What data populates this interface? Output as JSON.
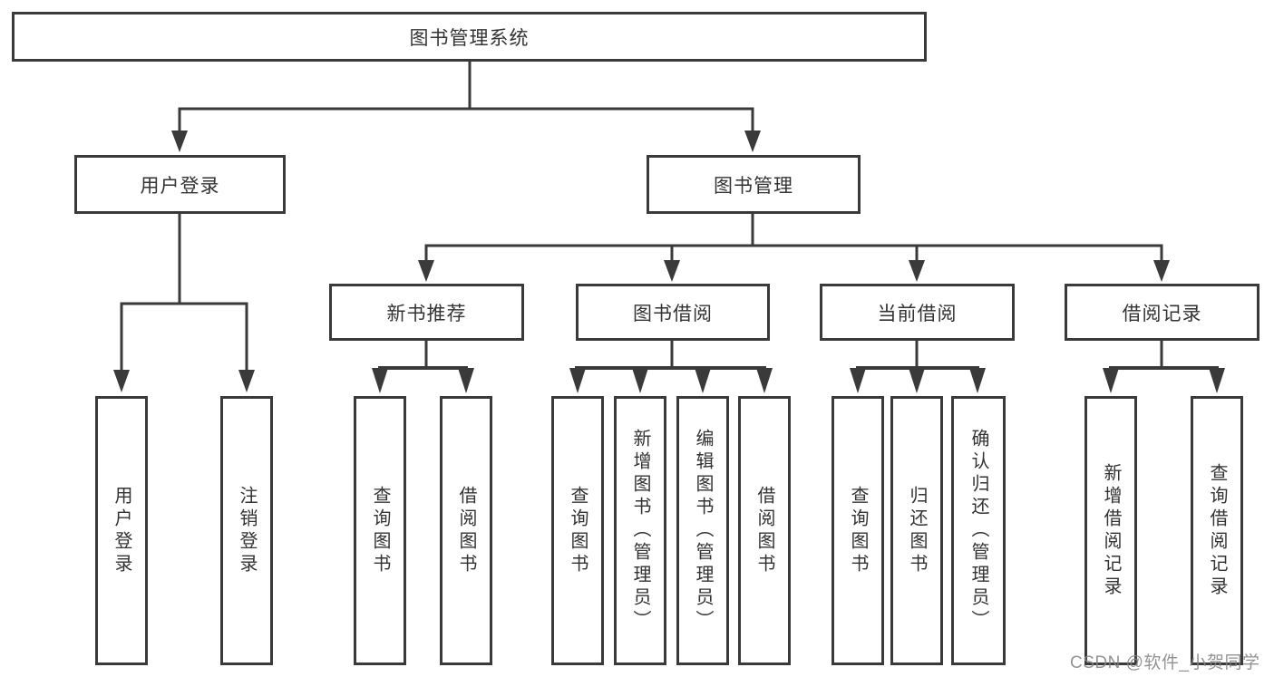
{
  "diagram": {
    "watermark": "CSDN @软件_小贺同学",
    "colors": {
      "line": "#3a3a3a",
      "text": "#333333",
      "background": "#ffffff",
      "watermark": "#848484"
    },
    "nodes": {
      "root": "图书管理系统",
      "user_login": "用户登录",
      "book_mgmt": "图书管理",
      "user_login_action": "用户登录",
      "logout_action": "注销登录",
      "new_book_rec": "新书推荐",
      "book_borrow": "图书借阅",
      "current_borrow": "当前借阅",
      "borrow_record": "借阅记录",
      "nbr_query_book": "查询图书",
      "nbr_borrow_book": "借阅图书",
      "bb_query_book": "查询图书",
      "bb_add_book": "新增图书（管理员）",
      "bb_edit_book": "编辑图书（管理员）",
      "bb_borrow_book": "借阅图书",
      "cb_query_book": "查询图书",
      "cb_return_book": "归还图书",
      "cb_confirm_return": "确认归还（管理员）",
      "br_add_record": "新增借阅记录",
      "br_query_record": "查询借阅记录"
    },
    "hierarchy": {
      "图书管理系统": {
        "用户登录": [
          "用户登录",
          "注销登录"
        ],
        "图书管理": {
          "新书推荐": [
            "查询图书",
            "借阅图书"
          ],
          "图书借阅": [
            "查询图书",
            "新增图书（管理员）",
            "编辑图书（管理员）",
            "借阅图书"
          ],
          "当前借阅": [
            "查询图书",
            "归还图书",
            "确认归还（管理员）"
          ],
          "借阅记录": [
            "新增借阅记录",
            "查询借阅记录"
          ]
        }
      }
    }
  }
}
